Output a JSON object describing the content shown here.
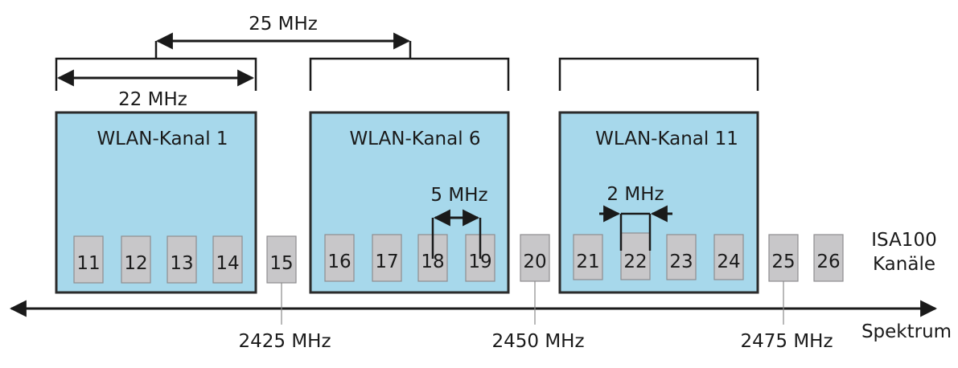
{
  "wlan_channels": [
    {
      "label": "WLAN-Kanal 1"
    },
    {
      "label": "WLAN-Kanal 6"
    },
    {
      "label": "WLAN-Kanal 11"
    }
  ],
  "isa_channels": [
    "11",
    "12",
    "13",
    "14",
    "15",
    "16",
    "17",
    "18",
    "19",
    "20",
    "21",
    "22",
    "23",
    "24",
    "25",
    "26"
  ],
  "labels": {
    "spacing_25": "25 MHz",
    "width_22": "22 MHz",
    "spacing_5": "5 MHz",
    "width_2": "2 MHz",
    "isa_line1": "ISA100",
    "isa_line2": "Kanäle",
    "axis": "Spektrum"
  },
  "frequencies": [
    "2425 MHz",
    "2450 MHz",
    "2475 MHz"
  ],
  "colors": {
    "wlan_fill": "#a7d8eb",
    "channel_fill": "#c8c7c9",
    "line": "#1a1a1a"
  }
}
